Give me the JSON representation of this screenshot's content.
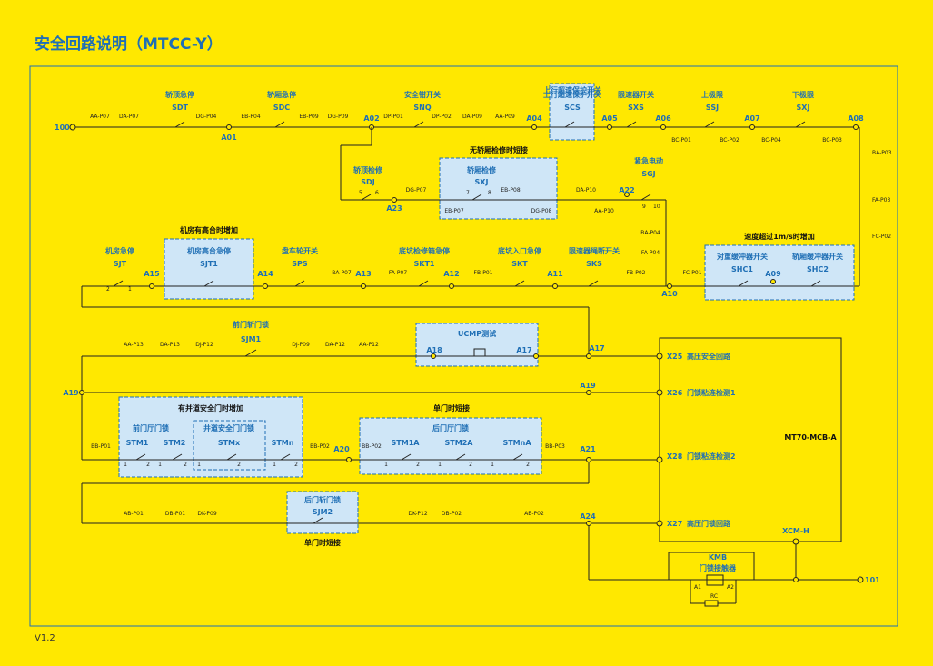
{
  "title": "安全回路说明（MTCC-Y）",
  "version": "V1.2",
  "colors": {
    "background": "#FFE800",
    "accent": "#1f6fb5",
    "wire": "#222222",
    "box_fill": "#cfe6f7"
  },
  "terminals": {
    "left": "100",
    "right": "101"
  },
  "row1": {
    "wires": [
      "AA-P07",
      "DA-P07",
      "DG-P04",
      "EB-P04",
      "EB-P09",
      "DG-P09",
      "DP-P01",
      "DP-P02",
      "DA-P09",
      "AA-P09",
      "BC-P01",
      "BC-P02",
      "BC-P04",
      "BC-P03"
    ],
    "nodes": [
      "A01",
      "A02",
      "A04",
      "A05",
      "A06",
      "A07",
      "A08"
    ],
    "switches": [
      {
        "name": "轿顶急停",
        "code": "SDT"
      },
      {
        "name": "轿厢急停",
        "code": "SDC"
      },
      {
        "name": "安全钳开关",
        "code": "SNQ"
      },
      {
        "name": "上行超速保护开关",
        "code": "SCS"
      },
      {
        "name": "限速器开关",
        "code": "SXS"
      },
      {
        "name": "上极限",
        "code": "SSJ"
      },
      {
        "name": "下极限",
        "code": "SXJ"
      }
    ]
  },
  "row2": {
    "box_title": "无轿厢检修时短接",
    "sdj": {
      "name": "轿顶检修",
      "code": "SDJ",
      "pins": [
        "5",
        "6"
      ]
    },
    "sxj": {
      "name": "轿厢检修",
      "code": "SXJ",
      "pins": [
        "7",
        "8"
      ]
    },
    "sgj": {
      "name": "紧急电动",
      "code": "SGJ",
      "pins": [
        "9",
        "10"
      ]
    },
    "wires": [
      "DG-P07",
      "EB-P07",
      "EB-P08",
      "DG-P08",
      "DA-P10",
      "AA-P10",
      "BA-P04",
      "FA-P04"
    ],
    "nodes": [
      "A23",
      "A22"
    ],
    "vert_wires": [
      "BA-P03",
      "FA-P03",
      "FC-P02"
    ]
  },
  "row3": {
    "box1_title": "机房有高台时增加",
    "box2_title": "速度超过1m/s时增加",
    "switches": [
      {
        "name": "机房急停",
        "code": "SJT"
      },
      {
        "name": "机房高台急停",
        "code": "SJT1"
      },
      {
        "name": "盘车轮开关",
        "code": "SPS"
      },
      {
        "name": "底坑检修箱急停",
        "code": "SKT1"
      },
      {
        "name": "底坑入口急停",
        "code": "SKT"
      },
      {
        "name": "限速器绳断开关",
        "code": "SKS"
      },
      {
        "name": "对重缓冲器开关",
        "code": "SHC1"
      },
      {
        "name": "轿厢缓冲器开关",
        "code": "SHC2"
      }
    ],
    "pins": [
      "2",
      "1"
    ],
    "wires": [
      "BA-P07",
      "FA-P07",
      "FB-P01",
      "FB-P02",
      "FC-P01"
    ],
    "nodes": [
      "A15",
      "A14",
      "A13",
      "A12",
      "A11",
      "A10",
      "A09"
    ]
  },
  "row4": {
    "sjm1": {
      "name": "前门斩门锁",
      "code": "SJM1"
    },
    "ucmp": {
      "title": "UCMP测试",
      "left": "A18",
      "right": "A17"
    },
    "wires": [
      "AA-P13",
      "DA-P13",
      "DJ-P12",
      "DJ-P09",
      "DA-P12",
      "AA-P12"
    ],
    "nodes": [
      "A17",
      "A19"
    ]
  },
  "row5": {
    "box1_title": "有并道安全门时增加",
    "box2_title": "单门时短接",
    "front": {
      "name": "前门厅门锁",
      "items": [
        "STM1",
        "STM2"
      ]
    },
    "shaft": {
      "name": "井道安全门门锁",
      "code": "STMx"
    },
    "stmn": "STMn",
    "rear": {
      "name": "后门厅门锁",
      "items": [
        "STM1A",
        "STM2A",
        "STMnA"
      ]
    },
    "pins": [
      "1",
      "2"
    ],
    "wires": [
      "BB-P01",
      "BB-P02",
      "BB-P02",
      "BB-P03"
    ],
    "nodes": [
      "A20",
      "A21"
    ]
  },
  "row6": {
    "sjm2": {
      "name": "后门斩门锁",
      "code": "SJM2"
    },
    "caption": "单门时短接",
    "wires": [
      "AB-P01",
      "DB-P01",
      "DK-P09",
      "DK-P12",
      "DB-P02",
      "AB-P02"
    ],
    "nodes": [
      "A24"
    ]
  },
  "board": {
    "name": "MT70-MCB-A",
    "inputs": [
      {
        "pin": "X25",
        "label": "高压安全回路"
      },
      {
        "pin": "X26",
        "label": "门锁粘连检测1"
      },
      {
        "pin": "X28",
        "label": "门锁粘连检测2"
      },
      {
        "pin": "X27",
        "label": "高压门锁回路"
      }
    ],
    "xcm": "XCM-H"
  },
  "kmb": {
    "code": "KMB",
    "name": "门锁接触器",
    "a1": "A1",
    "a2": "A2",
    "rc": "RC"
  }
}
